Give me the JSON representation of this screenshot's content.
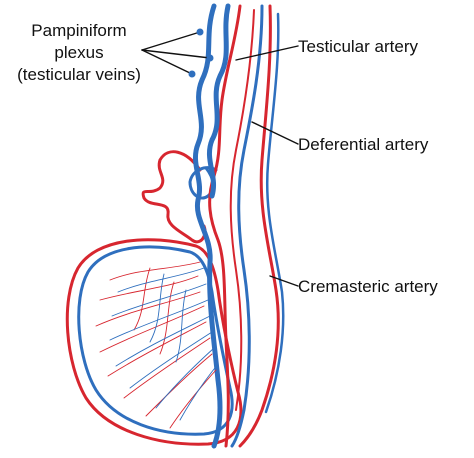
{
  "labels": {
    "pampiniform_line1": "Pampiniform",
    "pampiniform_line2": "plexus",
    "pampiniform_line3": "(testicular veins)",
    "testicular_artery": "Testicular artery",
    "deferential_artery": "Deferential artery",
    "cremasteric_artery": "Cremasteric artery"
  },
  "colors": {
    "artery": "#d7262f",
    "vein": "#2f6fbe",
    "leader": "#111111"
  }
}
